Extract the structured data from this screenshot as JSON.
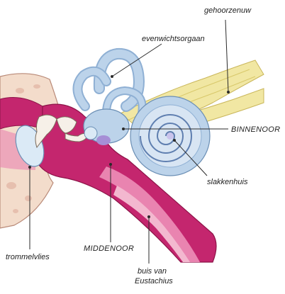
{
  "labels": {
    "gehoorzenuw": "gehoorzenuw",
    "evenwichtsorgaan": "evenwichtsorgaan",
    "binnenoor": "BINNENOOR",
    "slakkenhuis": "slakkenhuis",
    "middenoor": "MIDDENOOR",
    "trommelvlies": "trommelvlies",
    "buis_van": "buis van",
    "eustachius": "Eustachius"
  },
  "colors": {
    "bone": "#f3dccb",
    "bone_spots": "#e6bfae",
    "membranous": "#bcd3ea",
    "membranous_dark": "#8fb0d4",
    "cochlea_core": "#c9c3ec",
    "nerve": "#f1e7a3",
    "nerve_dark": "#d8c86a",
    "magenta": "#c4266e",
    "pink": "#e984b0",
    "pink_light": "#f3b8cf",
    "ossicle": "#f6f0e8"
  }
}
